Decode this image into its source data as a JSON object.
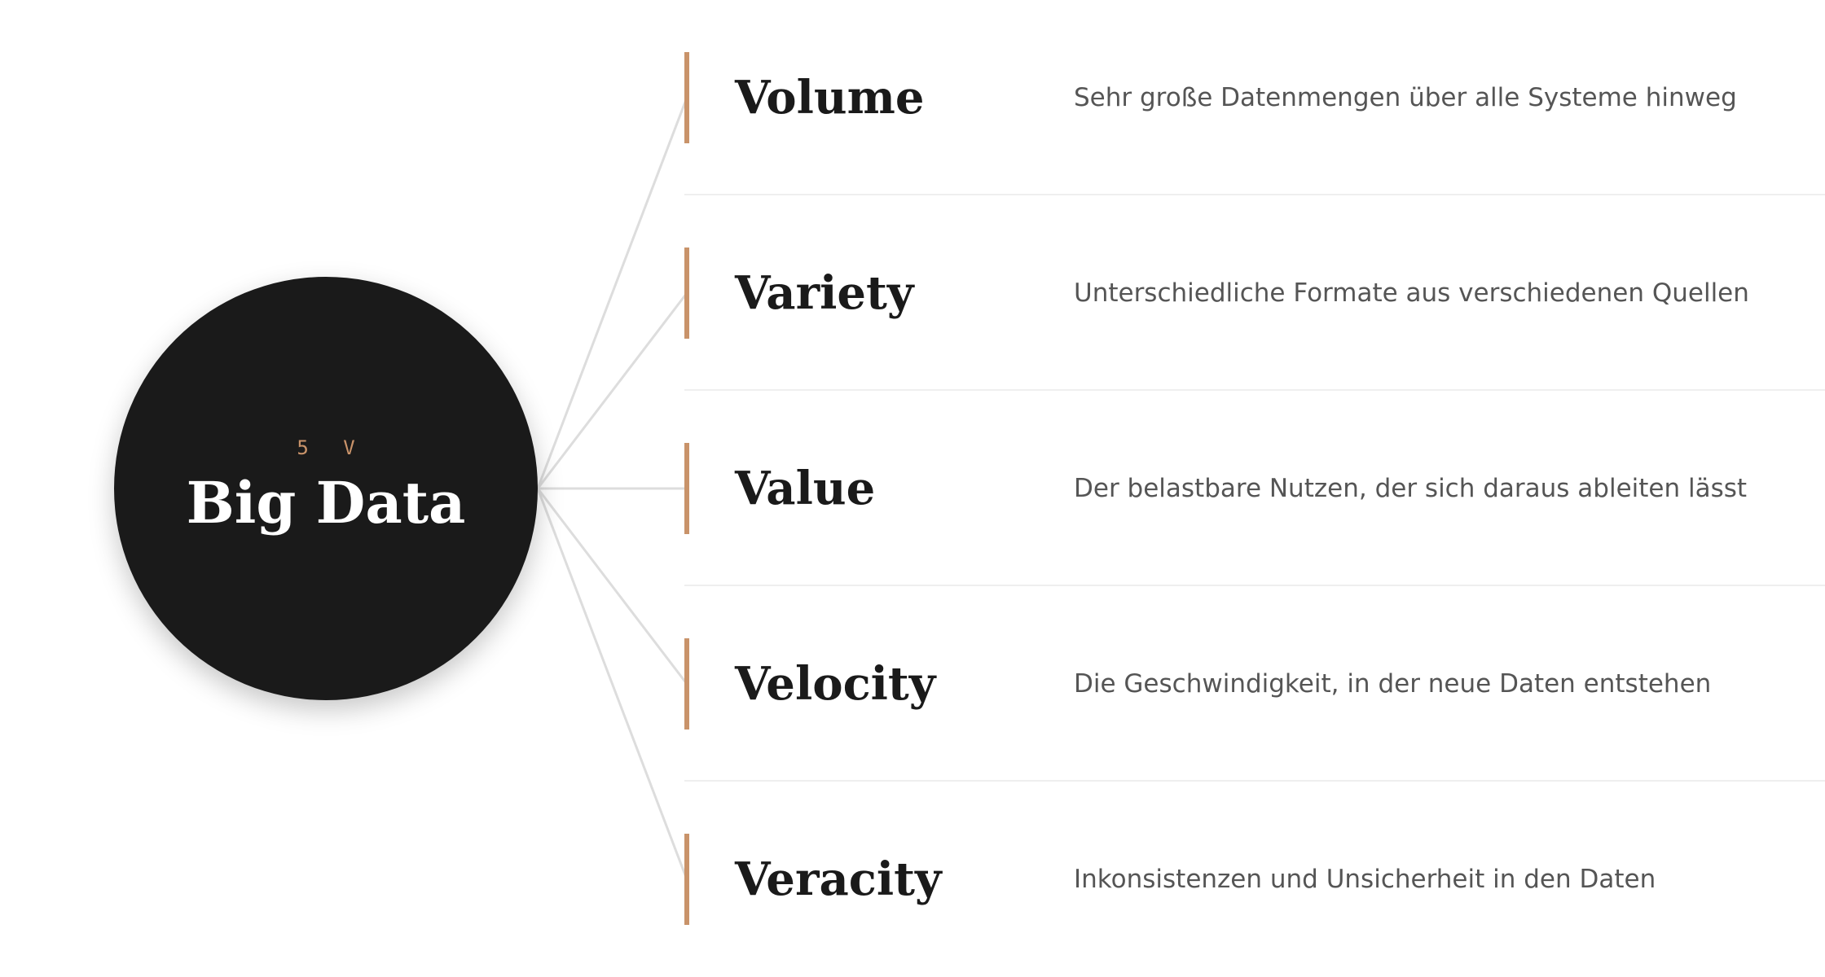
{
  "hub": {
    "kicker": "5 V",
    "title": "Big Data"
  },
  "items": [
    {
      "title": "Volume",
      "description": "Sehr große Datenmengen über alle Systeme hinweg"
    },
    {
      "title": "Variety",
      "description": "Unterschiedliche Formate aus verschiedenen Quellen"
    },
    {
      "title": "Value",
      "description": "Der belastbare Nutzen, der sich daraus ableiten lässt"
    },
    {
      "title": "Velocity",
      "description": "Die Geschwindigkeit, in der neue Daten entstehen"
    },
    {
      "title": "Veracity",
      "description": "Inkonsistenzen und Unsicherheit in den Daten"
    }
  ],
  "colors": {
    "hub_fill": "#1a1a1a",
    "accent": "#c9936a",
    "connector": "#dddddd",
    "divider": "#efefef",
    "title_text": "#1a1a1a",
    "description_text": "#555555"
  }
}
